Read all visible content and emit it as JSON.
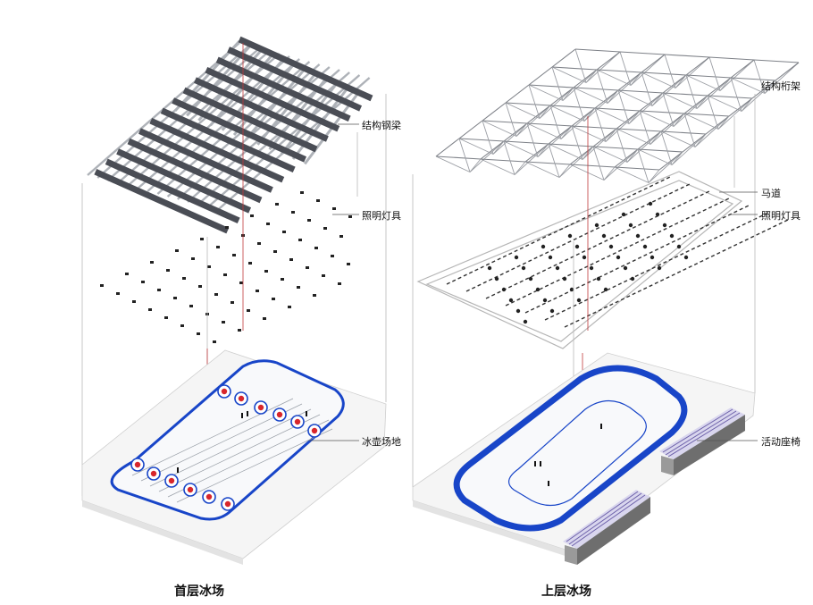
{
  "left": {
    "labels": {
      "steel_beams": "结构钢梁",
      "lighting": "照明灯具",
      "curling_field": "冰壶场地"
    },
    "caption": "首层冰场"
  },
  "right": {
    "labels": {
      "truss": "结构桁架",
      "catwalk": "马道",
      "lighting": "照明灯具",
      "seating": "活动座椅"
    },
    "caption": "上层冰场"
  },
  "colors": {
    "beam_dark": "#4a4d55",
    "beam_light": "#aeb2b8",
    "leader": "#c0393b",
    "rink_blue": "#1845c8",
    "house_red": "#d8262b",
    "seat_purple": "#6b5fa8",
    "seat_block": "#6e6e6e"
  }
}
